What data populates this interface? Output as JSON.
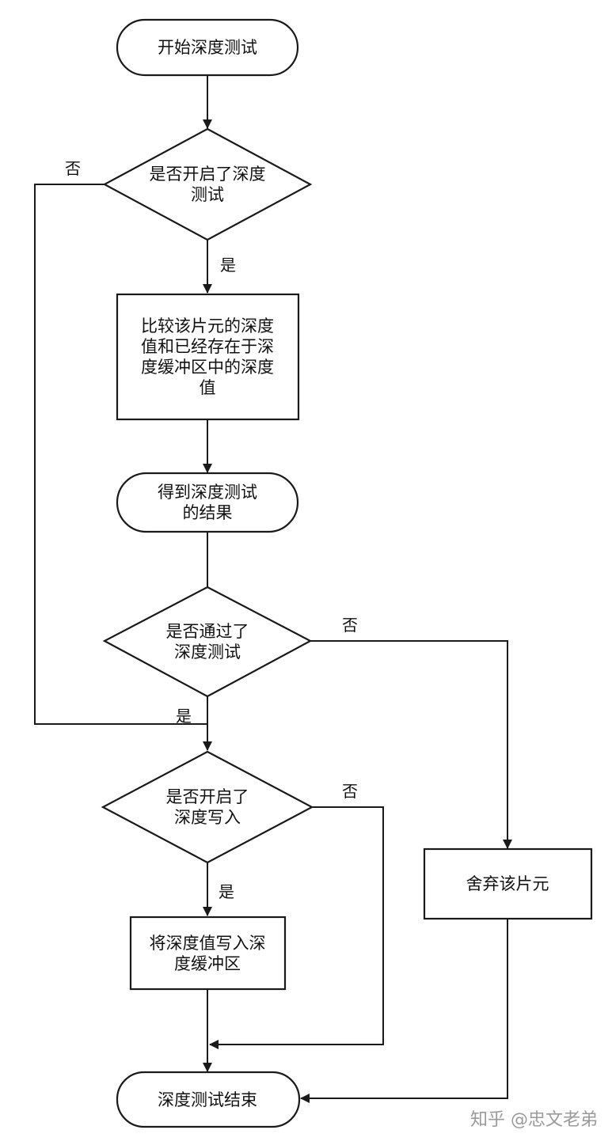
{
  "nodes": {
    "start": {
      "lines": [
        "开始深度测试"
      ]
    },
    "test_enabled": {
      "lines": [
        "是否开启了深度",
        "测试"
      ]
    },
    "compare": {
      "lines": [
        "比较该片元的深度",
        "值和已经存在于深",
        "度缓冲区中的深度",
        "值"
      ]
    },
    "result": {
      "lines": [
        "得到深度测试",
        "的结果"
      ]
    },
    "passed": {
      "lines": [
        "是否通过了",
        "深度测试"
      ]
    },
    "write_enabled": {
      "lines": [
        "是否开启了",
        "深度写入"
      ]
    },
    "write": {
      "lines": [
        "将深度值写入深",
        "度缓冲区"
      ]
    },
    "discard": {
      "lines": [
        "舍弃该片元"
      ]
    },
    "end": {
      "lines": [
        "深度测试结束"
      ]
    }
  },
  "edge_labels": {
    "test_enabled_no": "否",
    "test_enabled_yes": "是",
    "passed_no": "否",
    "passed_yes": "是",
    "write_enabled_no": "否",
    "write_enabled_yes": "是"
  },
  "watermark": "知乎 @忠文老弟",
  "colors": {
    "stroke": "#1a1a1a",
    "text": "#111111",
    "watermark": "#9a9a9a"
  }
}
